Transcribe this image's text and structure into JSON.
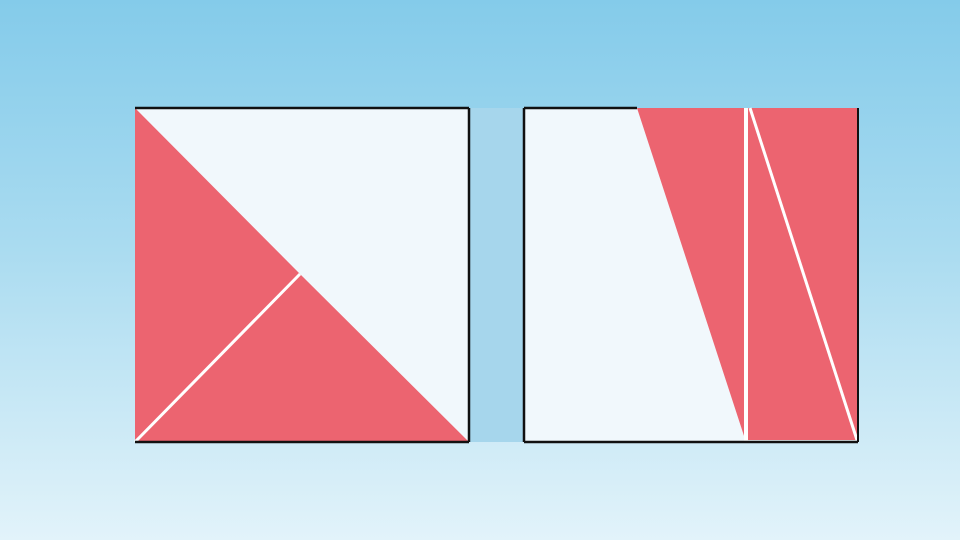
{
  "colors": {
    "background_top": "#84cbea",
    "background_bottom": "#e2f3fa",
    "gap_band": "#a6d6ec",
    "square_fill": "#f1f8fc",
    "shape_fill": "#ec6470",
    "separator": "#ffffff",
    "outline": "#111111"
  },
  "left_square": {
    "pieces": [
      "triangle-left",
      "triangle-bottom"
    ]
  },
  "right_square": {
    "pieces": [
      "triangle-tall",
      "rectangle-strip"
    ]
  }
}
